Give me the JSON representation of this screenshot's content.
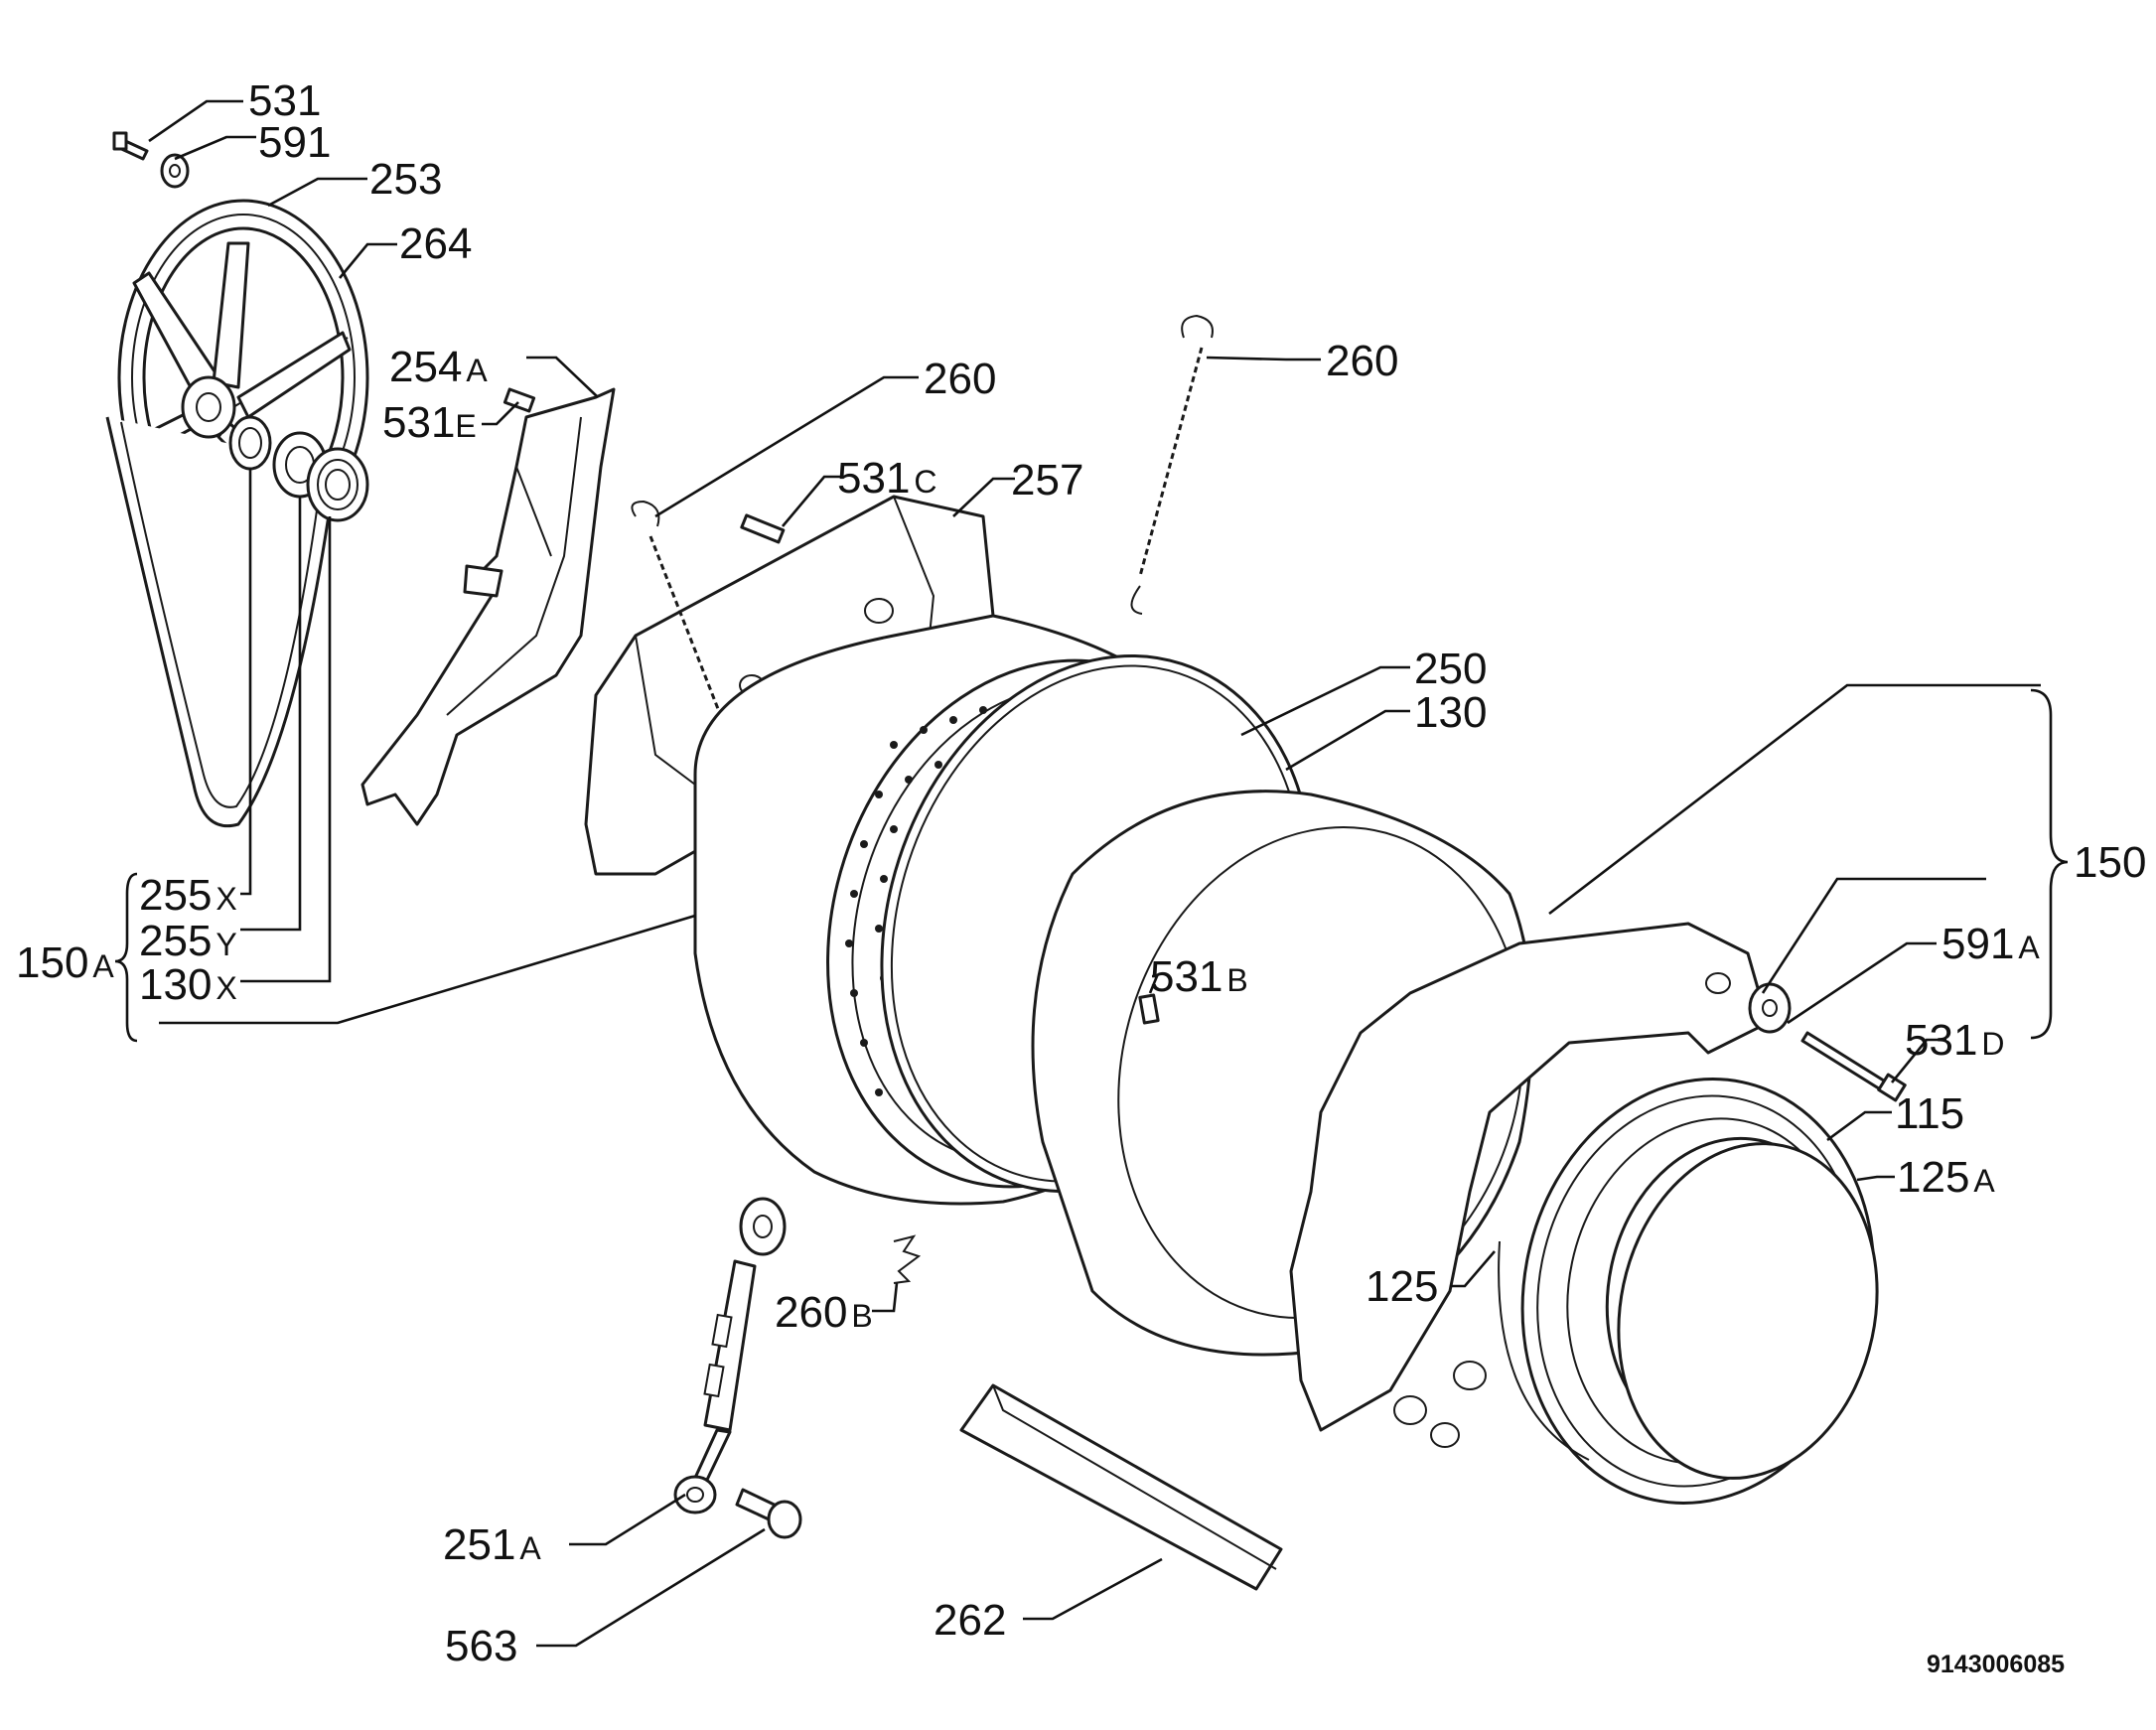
{
  "labels": {
    "l531": {
      "num": "531",
      "suf": ""
    },
    "l591": {
      "num": "591",
      "suf": ""
    },
    "l253": {
      "num": "253",
      "suf": ""
    },
    "l264": {
      "num": "264",
      "suf": ""
    },
    "l254a": {
      "num": "254",
      "suf": "A"
    },
    "l531e": {
      "num": "531",
      "suf": "E"
    },
    "l260a": {
      "num": "260",
      "suf": ""
    },
    "l260b": {
      "num": "260",
      "suf": ""
    },
    "l531c": {
      "num": "531",
      "suf": "C"
    },
    "l257": {
      "num": "257",
      "suf": ""
    },
    "l250": {
      "num": "250",
      "suf": ""
    },
    "l130": {
      "num": "130",
      "suf": ""
    },
    "l150": {
      "num": "150",
      "suf": ""
    },
    "l591a": {
      "num": "591",
      "suf": "A"
    },
    "l531d": {
      "num": "531",
      "suf": "D"
    },
    "l115": {
      "num": "115",
      "suf": ""
    },
    "l125a": {
      "num": "125",
      "suf": "A"
    },
    "l125": {
      "num": "125",
      "suf": ""
    },
    "l531b": {
      "num": "531",
      "suf": "B"
    },
    "l255x": {
      "num": "255",
      "suf": "X"
    },
    "l255y": {
      "num": "255",
      "suf": "Y"
    },
    "l130x": {
      "num": "130",
      "suf": "X"
    },
    "l150a": {
      "num": "150",
      "suf": "A"
    },
    "l260bb": {
      "num": "260",
      "suf": "B"
    },
    "l251a": {
      "num": "251",
      "suf": "A"
    },
    "l563": {
      "num": "563",
      "suf": ""
    },
    "l262": {
      "num": "262",
      "suf": ""
    }
  },
  "drawing_number": "9143006085"
}
